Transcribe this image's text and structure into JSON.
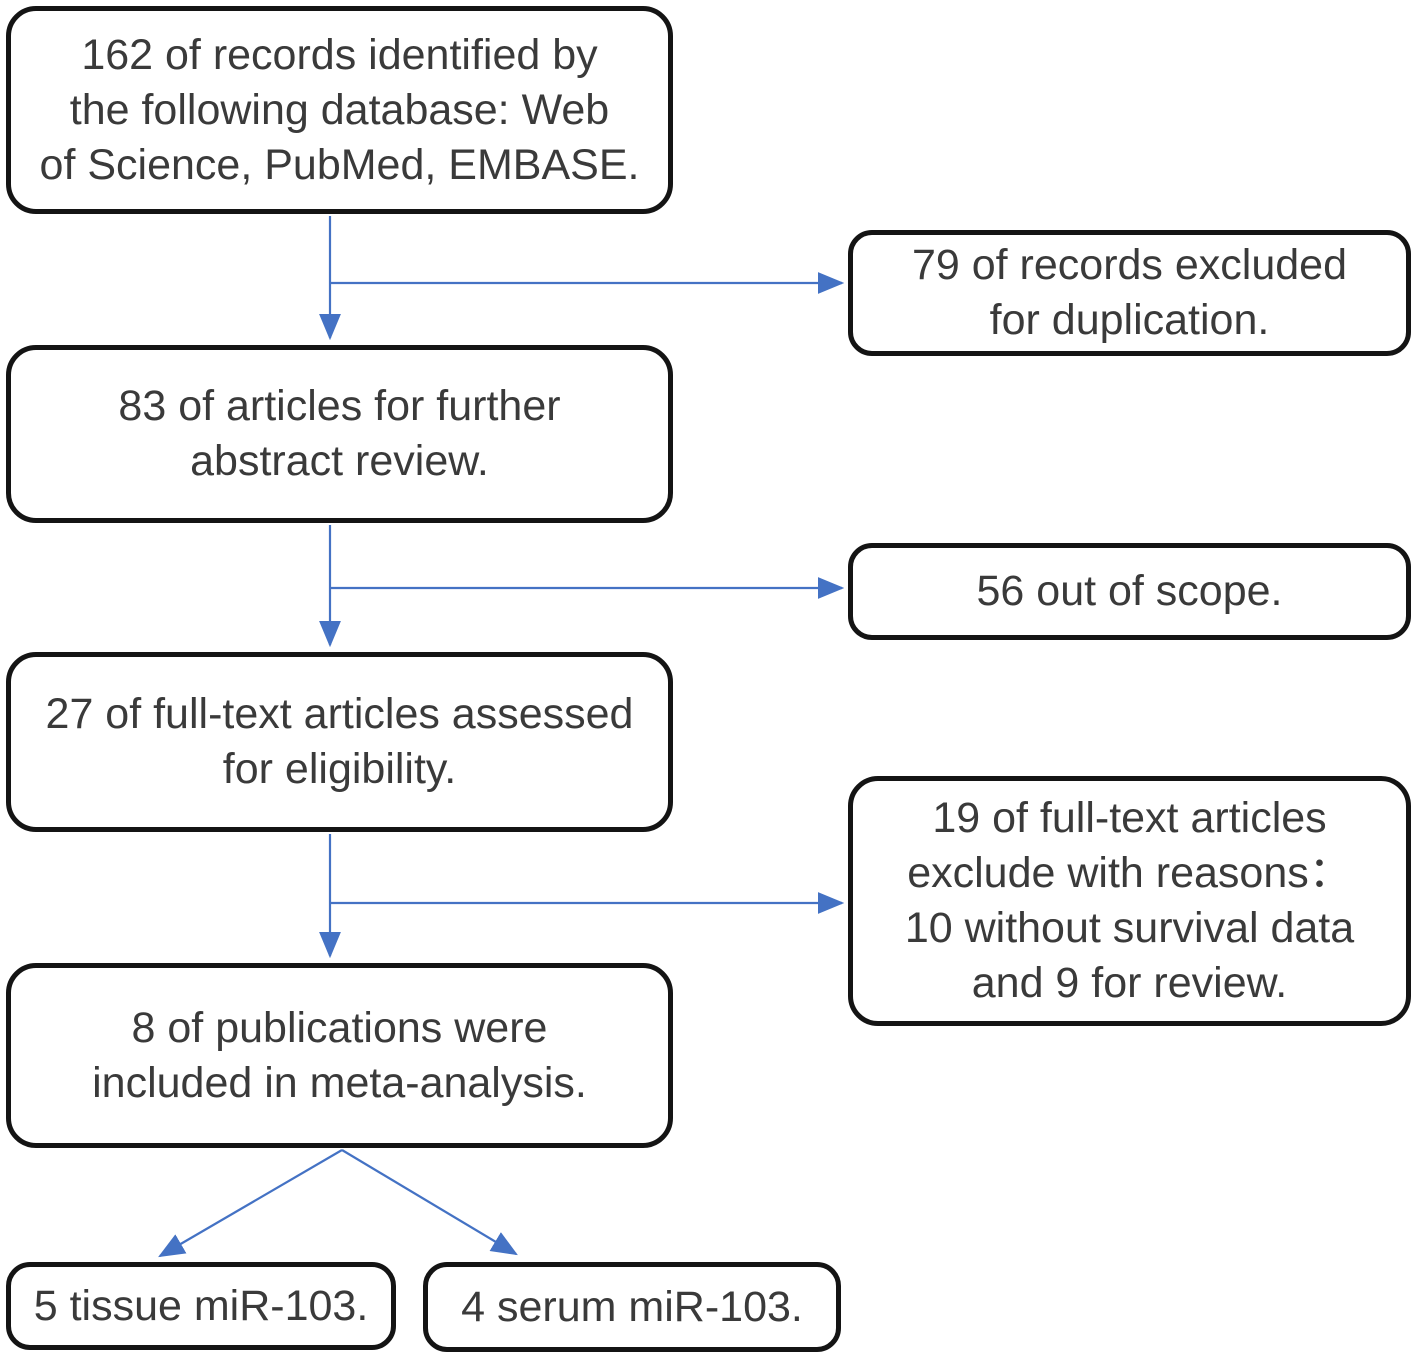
{
  "colors": {
    "arrow": "#4472C4",
    "box_border": "#141414",
    "text": "#3a3a3a",
    "background": "#ffffff"
  },
  "flowchart": {
    "nodes": {
      "records_identified": {
        "text": "162 of records identified by\nthe following database: Web\nof Science, PubMed, EMBASE."
      },
      "excluded_duplication": {
        "text": "79 of records excluded\nfor duplication."
      },
      "abstract_review": {
        "text": "83 of articles for further\nabstract review."
      },
      "out_of_scope": {
        "text": "56 out of scope."
      },
      "fulltext_assessed": {
        "text": "27 of full-text articles assessed\nfor eligibility."
      },
      "excluded_reasons": {
        "text": "19 of full-text articles\nexclude with reasons：\n10 without survival data\nand 9 for review."
      },
      "included_meta": {
        "text": "8 of publications were\nincluded in meta-analysis."
      },
      "tissue": {
        "text": "5 tissue miR-103."
      },
      "serum": {
        "text": "4 serum miR-103."
      }
    },
    "edges": [
      {
        "from": "records_identified",
        "to": "abstract_review"
      },
      {
        "from": "records_identified",
        "to": "excluded_duplication"
      },
      {
        "from": "abstract_review",
        "to": "fulltext_assessed"
      },
      {
        "from": "abstract_review",
        "to": "out_of_scope"
      },
      {
        "from": "fulltext_assessed",
        "to": "included_meta"
      },
      {
        "from": "fulltext_assessed",
        "to": "excluded_reasons"
      },
      {
        "from": "included_meta",
        "to": "tissue"
      },
      {
        "from": "included_meta",
        "to": "serum"
      }
    ]
  }
}
